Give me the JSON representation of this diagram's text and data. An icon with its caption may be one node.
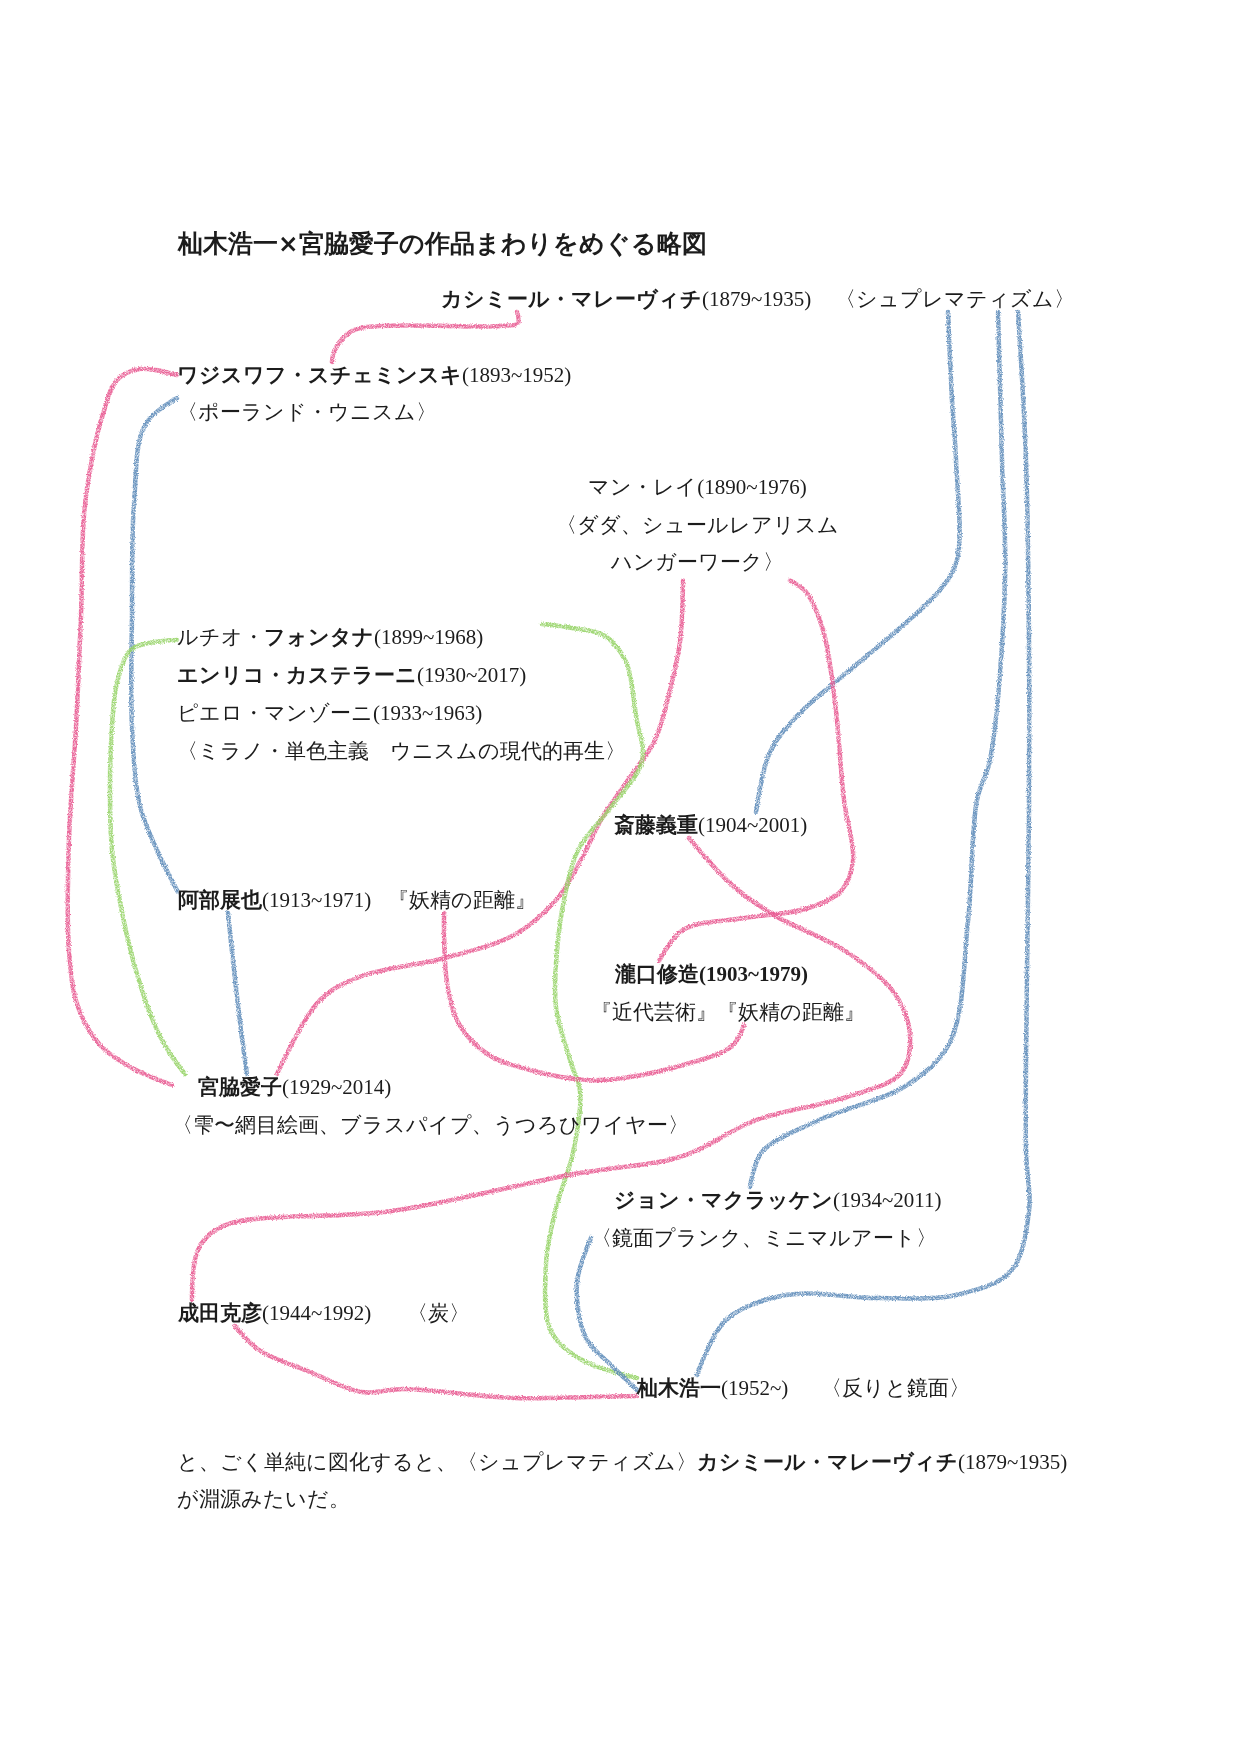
{
  "diagram": {
    "title": "杣木浩一×宮脇愛子の作品まわりをめぐる略図",
    "nodes": [
      {
        "text": [
          "**カシミール・マレーヴィチ**(1879~1935)",
          "〈シュプレマティズム〉"
        ]
      },
      {
        "text": [
          "**ワジスワフ・スチェミンスキ**(1893~1952)",
          "〈ポーランド・ウニスム〉"
        ]
      },
      {
        "text": [
          "マン・レイ(1890~1976)",
          "〈ダダ、シュールレアリスムハンガーワーク〉"
        ]
      },
      {
        "text": [
          "ルチオ・**フォンタナ**(1899~1968)",
          "**エンリコ・カステラーニ**(1930~2017)",
          "ピエロ・マンゾーニ(1933~1963)",
          "〈ミラノ・単色主義　ウニスムの現代的再生〉"
        ]
      },
      {
        "text": [
          "**斎藤義重**(1904~2001)"
        ]
      },
      {
        "text": [
          "**阿部展也**(1913~1971)",
          "『妖精の距離』"
        ]
      },
      {
        "text": [
          "瀧口修造(1903~1979)",
          "『近代芸術』『妖精の距離』"
        ]
      },
      {
        "text": [
          "**宮脇愛子**(1929~2014)",
          "〈雫〜網目絵画、ブラスパイプ、うつろひワイヤー〉"
        ]
      },
      {
        "text": [
          "**ジョン・マクラッケン**(1934~2011)",
          "〈鏡面プランク、ミニマルアート〉"
        ]
      },
      {
        "text": [
          "**成田克彦**(1944~1992)",
          "〈炭〉"
        ]
      },
      {
        "text": [
          "**杣木浩一**(1952~)",
          "〈反りと鏡面〉"
        ]
      }
    ],
    "edges": [
      {
        "from": 0,
        "to": 1,
        "arrow": "none"
      },
      {
        "from": 0,
        "to": 4,
        "arrow": "none",
        "color": "#5e8cba"
      },
      {
        "from": 0,
        "to": 8,
        "arrow": "none",
        "color": "#5e8cba"
      },
      {
        "from": 0,
        "to": 10,
        "arrow": "none",
        "color": "#5e8cba"
      },
      {
        "from": 1,
        "to": 5,
        "arrow": "none",
        "color": "#5e8cba"
      },
      {
        "from": 1,
        "to": 7,
        "arrow": "none"
      },
      {
        "from": 2,
        "to": 6,
        "arrow": "none"
      },
      {
        "from": 2,
        "to": 7,
        "arrow": "none"
      },
      {
        "from": 3,
        "to": 7,
        "arrow": "none",
        "color": "#98d46a"
      },
      {
        "from": 3,
        "to": 10,
        "arrow": "none",
        "color": "#98d46a"
      },
      {
        "from": 4,
        "to": 9,
        "arrow": "none"
      },
      {
        "from": 5,
        "to": 6,
        "arrow": "none"
      },
      {
        "from": 5,
        "to": 7,
        "arrow": "none",
        "color": "#5e8cba"
      },
      {
        "from": 8,
        "to": 10,
        "arrow": "none",
        "color": "#5e8cba"
      },
      {
        "from": 9,
        "to": 10,
        "arrow": "none"
      }
    ],
    "caption": "と、ごく単純に図化すると、〈シュプレマティズム〉**カシミール・マレーヴィチ**(1879~1935)が淵源みたいだ。"
  }
}
